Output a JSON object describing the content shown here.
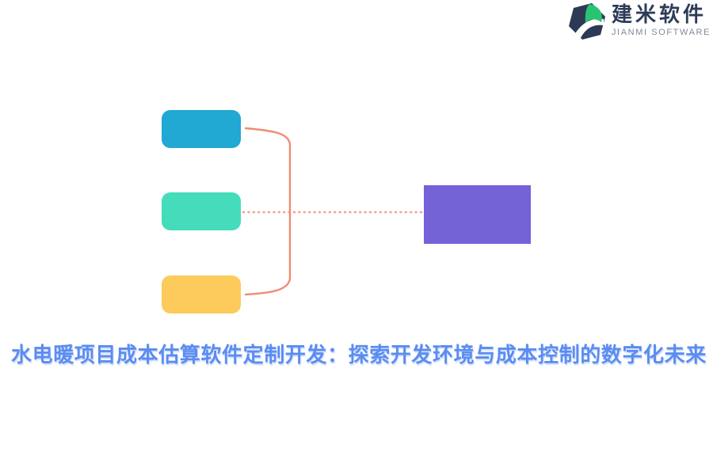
{
  "logo": {
    "title": "建米软件",
    "subtitle": "JIANMI SOFTWARE",
    "mark": {
      "hexagon_color": "#2C3A56",
      "leaf_color": "#29C472",
      "swoosh_color": "#FFFFFF"
    }
  },
  "heading": {
    "text": "水电暖项目成本估算软件定制开发：探索开发环境与成本控制的数字化未来",
    "color": "#5B8CF0"
  },
  "diagram": {
    "type": "mindmap-fragment",
    "nodes": [
      {
        "id": "left-top",
        "shape": "rounded-rect",
        "label": "",
        "color": "#21A8D3"
      },
      {
        "id": "left-middle",
        "shape": "rounded-rect",
        "label": "",
        "color": "#45DCBB"
      },
      {
        "id": "left-bottom",
        "shape": "rounded-rect",
        "label": "",
        "color": "#FDCB5B"
      },
      {
        "id": "right",
        "shape": "rect",
        "label": "",
        "color": "#7462D7"
      }
    ],
    "connectors": [
      {
        "id": "bracket",
        "style": "solid",
        "from": [
          "left-top",
          "left-bottom"
        ],
        "to": "trunk",
        "color": "#F08B76"
      },
      {
        "id": "dotted-link",
        "style": "dotted",
        "from": "left-middle",
        "to": "right",
        "color": "#F0907C"
      }
    ]
  }
}
